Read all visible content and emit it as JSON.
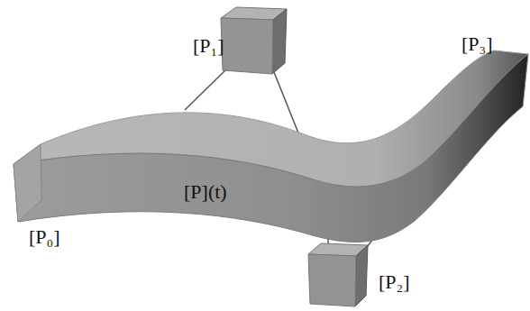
{
  "diagram": {
    "labels": [
      "[P₁]",
      "[P₃]",
      "[P](t)",
      "[P₀]",
      "[P₂]"
    ]
  }
}
